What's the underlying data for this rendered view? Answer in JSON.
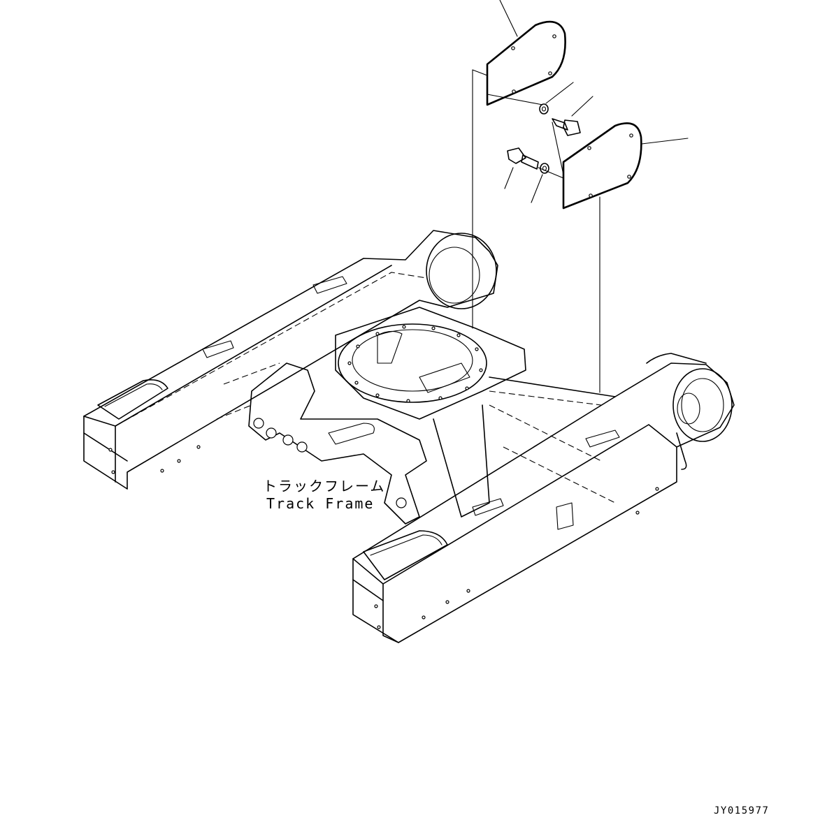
{
  "diagram": {
    "label_japanese": "トラックフレーム",
    "label_english": "Track Frame",
    "drawing_number": "JY015977"
  },
  "colors": {
    "ink": "#000000",
    "paper": "#ffffff"
  },
  "parts": [
    {
      "name": "cover-upper",
      "icon": "cover-plate-icon"
    },
    {
      "name": "cover-lower",
      "icon": "cover-plate-icon"
    },
    {
      "name": "bolt",
      "icon": "bolt-icon"
    },
    {
      "name": "washer",
      "icon": "washer-icon"
    }
  ]
}
